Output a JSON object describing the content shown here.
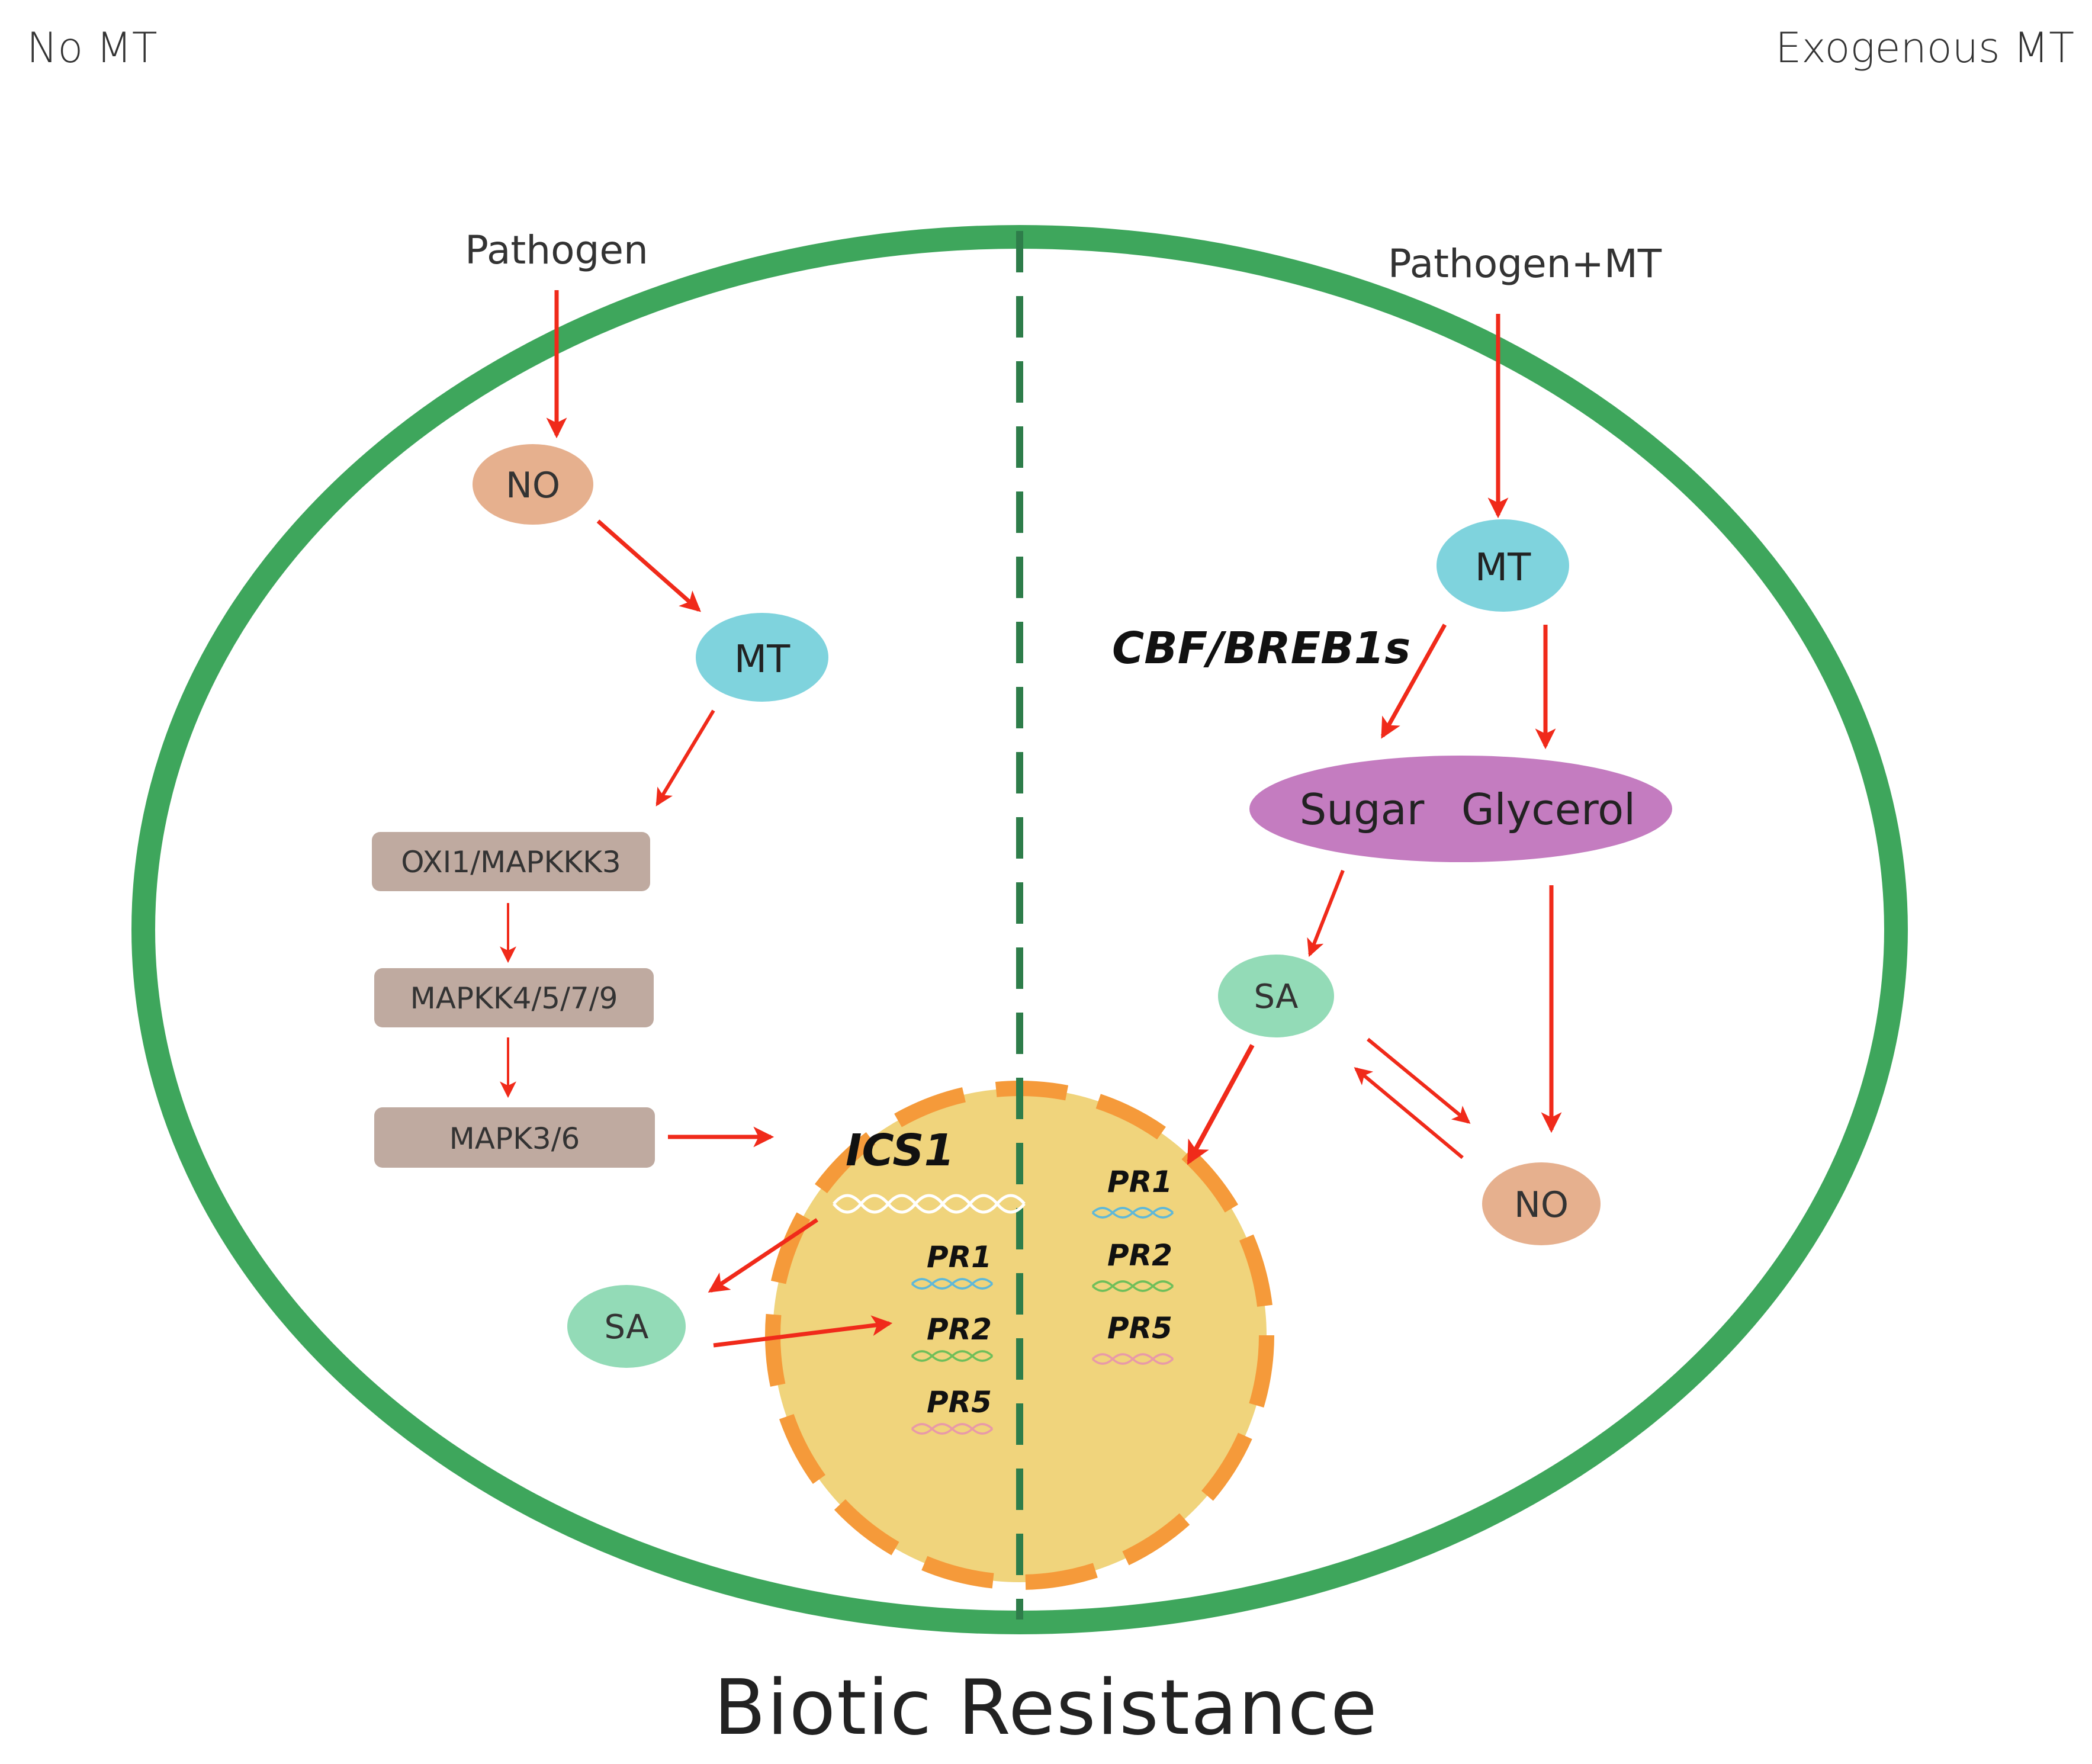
{
  "header": {
    "left_label": "No  MT",
    "right_label": "Exogenous MT"
  },
  "footer": {
    "title": "Biotic Resistance"
  },
  "left_panel": {
    "input_label": "Pathogen",
    "no_node": "NO",
    "mt_node": "MT",
    "cascade": [
      "OXI1/MAPKKK3",
      "MAPKK4/5/7/9",
      "MAPK3/6"
    ],
    "gene_ics1": "ICS1",
    "sa_node": "SA",
    "pr_genes": [
      "PR1",
      "PR2",
      "PR5"
    ]
  },
  "right_panel": {
    "input_label": "Pathogen+MT",
    "mt_node": "MT",
    "tf_label": "CBF/BREB1s",
    "metabolites": [
      "Sugar",
      "Glycerol"
    ],
    "sa_node": "SA",
    "no_node": "NO",
    "pr_genes": [
      "PR1",
      "PR2",
      "PR5"
    ]
  },
  "colors": {
    "cell_wall": "#3ea65c",
    "divider": "#2e7d4a",
    "arrow": "#f02a1a",
    "nucleus_fill": "#f0d47c",
    "nucleus_border": "#f59a3a",
    "no_node": "#e6b08e",
    "mt_node": "#7fd3dd",
    "sa_node": "#93dbb7",
    "cascade_box": "#bfaaa0",
    "metabolite_node": "#c47cc0",
    "pr1_dna": "#5fb8d8",
    "pr2_dna": "#6fbf5a",
    "pr5_dna": "#e89aa8"
  }
}
